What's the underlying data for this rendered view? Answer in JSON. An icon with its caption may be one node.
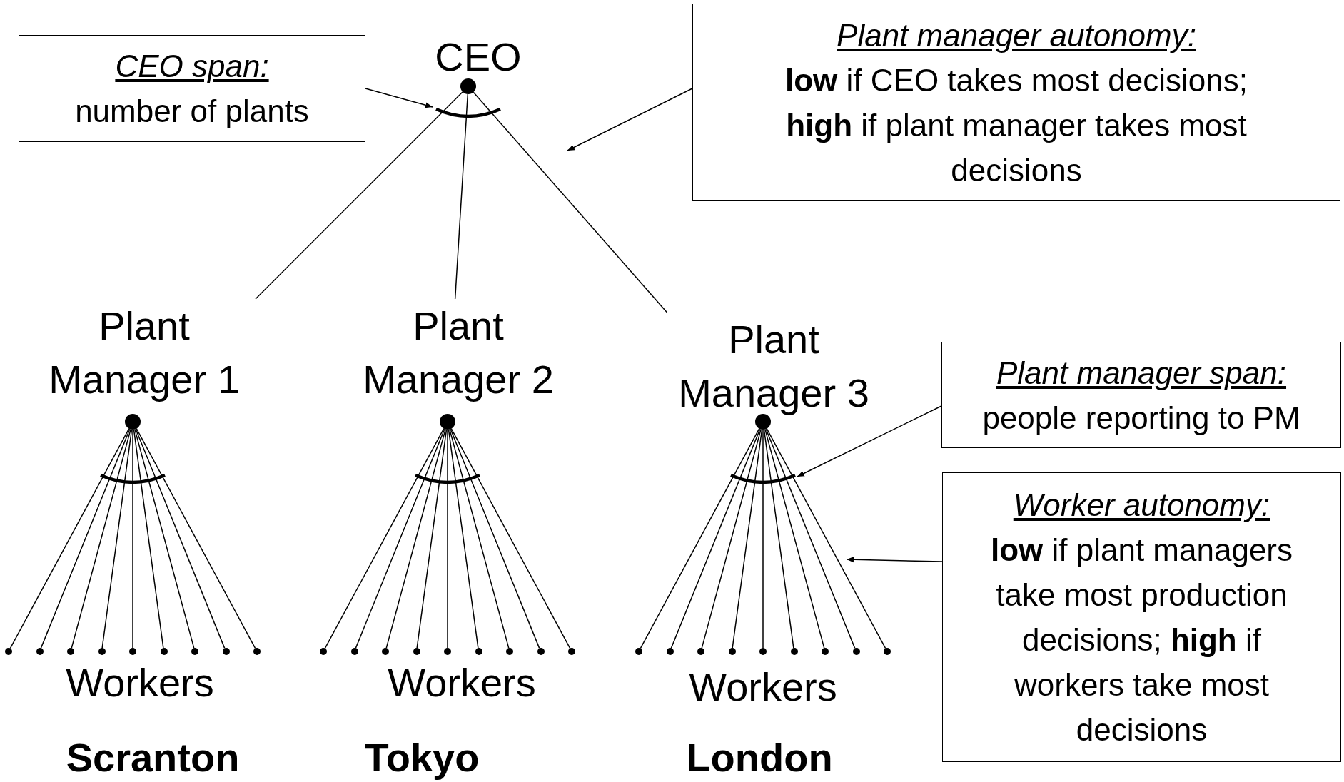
{
  "diagram": {
    "nodes": [
      {
        "text": [
          "CEO span:",
          "number of plants"
        ]
      },
      {
        "text": [
          "CEO"
        ]
      },
      {
        "text": [
          "Plant manager autonomy:",
          "**low** if CEO takes most decisions; **high** if plant manager takes most decisions"
        ]
      },
      {
        "text": [
          "Plant Manager 1"
        ]
      },
      {
        "text": [
          "Plant Manager 2"
        ]
      },
      {
        "text": [
          "Plant Manager 3"
        ]
      },
      {
        "text": [
          "Plant manager span:",
          "people reporting to PM"
        ]
      },
      {
        "text": [
          "Worker autonomy:",
          "**low** if plant managers take most production decisions; **high** if workers take most decisions"
        ]
      },
      {
        "text": [],
        "shape": "circle"
      },
      {
        "text": [],
        "shape": "circle"
      },
      {
        "text": [],
        "shape": "circle"
      },
      {
        "text": [],
        "shape": "circle"
      },
      {
        "text": [],
        "shape": "circle"
      },
      {
        "text": [],
        "shape": "circle"
      },
      {
        "text": [],
        "shape": "circle"
      },
      {
        "text": [],
        "shape": "circle"
      },
      {
        "text": [],
        "shape": "circle"
      },
      {
        "text": [],
        "shape": "circle"
      },
      {
        "text": [],
        "shape": "circle"
      },
      {
        "text": [],
        "shape": "circle"
      },
      {
        "text": [],
        "shape": "circle"
      },
      {
        "text": [],
        "shape": "circle"
      },
      {
        "text": [],
        "shape": "circle"
      },
      {
        "text": [],
        "shape": "circle"
      },
      {
        "text": [],
        "shape": "circle"
      },
      {
        "text": [],
        "shape": "circle"
      },
      {
        "text": [],
        "shape": "circle"
      },
      {
        "text": [],
        "shape": "circle"
      },
      {
        "text": [],
        "shape": "circle"
      },
      {
        "text": [],
        "shape": "circle"
      },
      {
        "text": [],
        "shape": "circle"
      },
      {
        "text": [],
        "shape": "circle"
      },
      {
        "text": [],
        "shape": "circle"
      },
      {
        "text": [],
        "shape": "circle"
      },
      {
        "text": [],
        "shape": "circle"
      }
    ],
    "edges": [
      {
        "from": 1,
        "to": 3,
        "arrow": "none"
      },
      {
        "from": 1,
        "to": 4,
        "arrow": "none"
      },
      {
        "from": 1,
        "to": 5,
        "arrow": "none"
      },
      {
        "from": 3,
        "to": 8,
        "arrow": "none"
      },
      {
        "from": 3,
        "to": 9,
        "arrow": "none"
      },
      {
        "from": 3,
        "to": 10,
        "arrow": "none"
      },
      {
        "from": 3,
        "to": 11,
        "arrow": "none"
      },
      {
        "from": 3,
        "to": 12,
        "arrow": "none"
      },
      {
        "from": 3,
        "to": 13,
        "arrow": "none"
      },
      {
        "from": 3,
        "to": 14,
        "arrow": "none"
      },
      {
        "from": 3,
        "to": 15,
        "arrow": "none"
      },
      {
        "from": 3,
        "to": 16,
        "arrow": "none"
      },
      {
        "from": 4,
        "to": 17,
        "arrow": "none"
      },
      {
        "from": 4,
        "to": 18,
        "arrow": "none"
      },
      {
        "from": 4,
        "to": 19,
        "arrow": "none"
      },
      {
        "from": 4,
        "to": 20,
        "arrow": "none"
      },
      {
        "from": 4,
        "to": 21,
        "arrow": "none"
      },
      {
        "from": 4,
        "to": 22,
        "arrow": "none"
      },
      {
        "from": 4,
        "to": 23,
        "arrow": "none"
      },
      {
        "from": 4,
        "to": 24,
        "arrow": "none"
      },
      {
        "from": 4,
        "to": 25,
        "arrow": "none"
      },
      {
        "from": 5,
        "to": 26,
        "arrow": "none"
      },
      {
        "from": 5,
        "to": 27,
        "arrow": "none"
      },
      {
        "from": 5,
        "to": 28,
        "arrow": "none"
      },
      {
        "from": 5,
        "to": 29,
        "arrow": "none"
      },
      {
        "from": 5,
        "to": 30,
        "arrow": "none"
      },
      {
        "from": 5,
        "to": 31,
        "arrow": "none"
      },
      {
        "from": 5,
        "to": 32,
        "arrow": "none"
      },
      {
        "from": 5,
        "to": 33,
        "arrow": "none"
      },
      {
        "from": 5,
        "to": 34,
        "arrow": "none"
      },
      {
        "from": 0,
        "to": 1,
        "arrow": "to"
      },
      {
        "from": 2,
        "to": null,
        "arrow": "to"
      },
      {
        "from": 6,
        "to": null,
        "arrow": "to"
      },
      {
        "from": 7,
        "to": null,
        "arrow": "to"
      }
    ],
    "labels": [
      "Workers",
      "Workers",
      "Workers",
      "Scranton",
      "Tokyo",
      "London"
    ]
  }
}
